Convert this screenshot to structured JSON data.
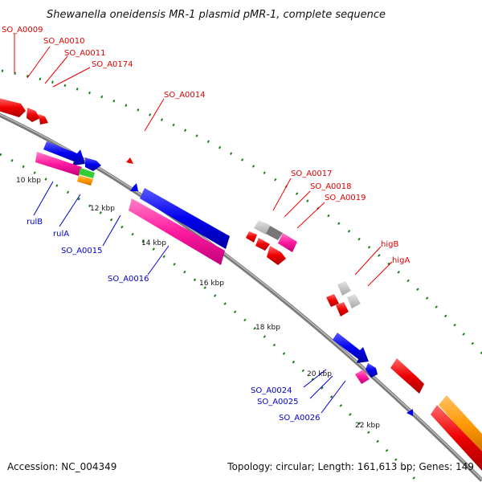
{
  "title": "Shewanella oneidensis MR-1 plasmid pMR-1, complete sequence",
  "footer": {
    "accession": "Accession: NC_004349",
    "topology": "Topology: circular; Length: 161,613 bp; Genes: 149"
  },
  "colors": {
    "forward_gene": "#ff0000",
    "reverse_gene": "#0000ff",
    "hypothetical": "#ff1493",
    "grey_feature": "#c8c8c8",
    "backbone": "#888888",
    "dots": "#1a7f1a",
    "orange_feature": "#ff9900",
    "green_feature": "#33cc33"
  },
  "scale_labels": [
    "10 kbp",
    "12 kbp",
    "14 kbp",
    "16 kbp",
    "18 kbp",
    "20 kbp",
    "22 kbp"
  ],
  "gene_labels_red": [
    "SO_A0009",
    "SO_A0010",
    "SO_A0011",
    "SO_A0174",
    "SO_A0014",
    "SO_A0017",
    "SO_A0018",
    "SO_A0019",
    "higB",
    "higA"
  ],
  "gene_labels_blue": [
    "rulB",
    "rulA",
    "SO_A0015",
    "SO_A0016",
    "SO_A0024",
    "SO_A0025",
    "SO_A0026"
  ]
}
